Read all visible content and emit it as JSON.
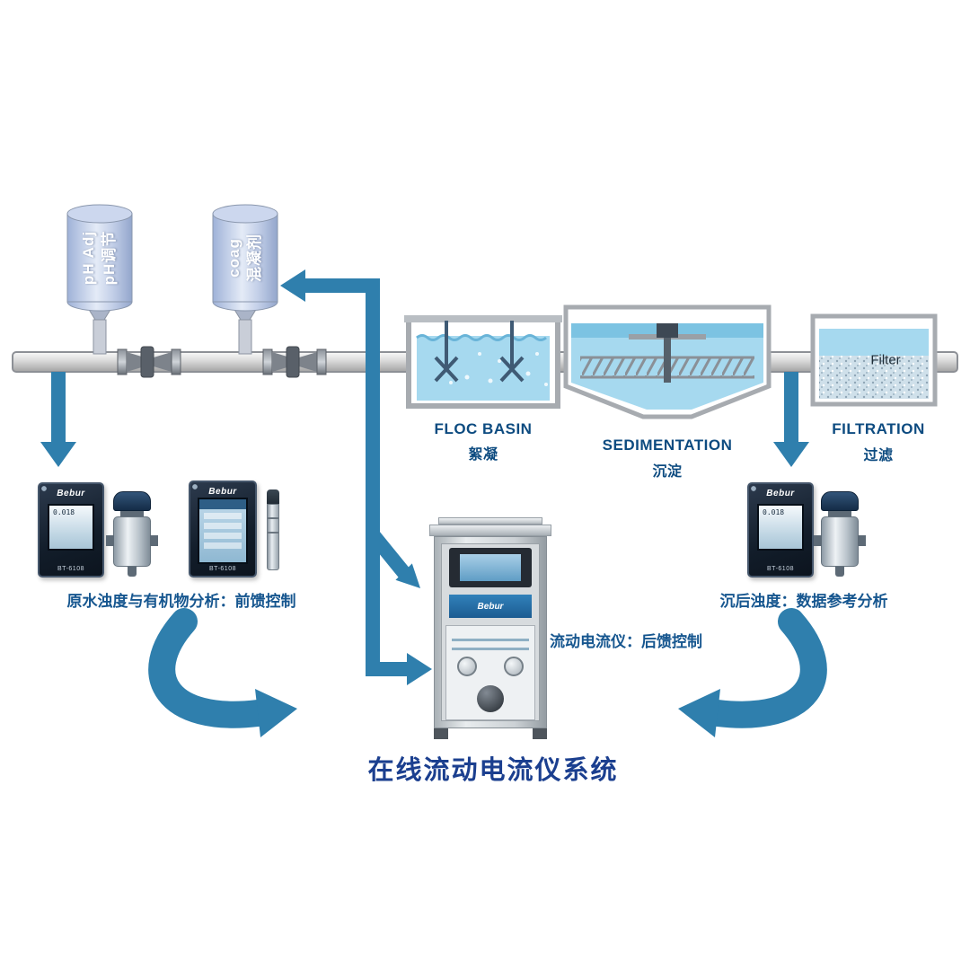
{
  "title": "在线流动电流仪系统",
  "dosing_tanks": {
    "ph": {
      "line1": "pH Adj",
      "line2": "pH调节"
    },
    "coag": {
      "line1": "coag",
      "line2": "混凝剂"
    }
  },
  "process_stages": {
    "floc": {
      "name_en": "FLOC BASIN",
      "name_zh": "絮凝"
    },
    "sedimentation": {
      "name_en": "SEDIMENTATION",
      "name_zh": "沉淀"
    },
    "filtration": {
      "name_en": "FILTRATION",
      "name_zh": "过滤",
      "media_label": "Filter"
    }
  },
  "instruments": {
    "brand": "Bebur",
    "model": "BT-6108",
    "screen_reading": "0.018",
    "left_caption": "原水浊度与有机物分析：前馈控制",
    "center_caption": "流动电流仪：后馈控制",
    "right_caption": "沉后浊度：数据参考分析"
  },
  "colors": {
    "arrow_blue": "#2f7fad",
    "caption_blue": "#16568f",
    "stage_label_blue": "#0d4b80",
    "title_blue": "#1b3f8f",
    "water_blue": "#a6d9ef"
  }
}
